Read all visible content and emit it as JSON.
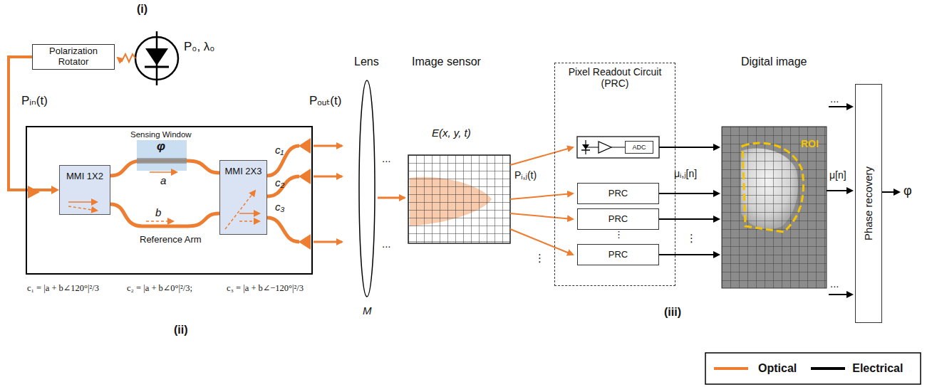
{
  "diagram": {
    "nodes": [
      {
        "text": [
          "Polarization Rotator"
        ]
      },
      {
        "text": [
          "MMI 1X2"
        ]
      },
      {
        "text": [
          "MMI 2X3"
        ]
      },
      {
        "text": [
          "Pixel Readout Circuit (PRC)"
        ]
      },
      {
        "text": [
          "ADC"
        ],
        "in": 3
      },
      {
        "text": [
          "PRC"
        ],
        "in": 3
      },
      {
        "text": [
          "PRC"
        ],
        "in": 3
      },
      {
        "text": [
          "PRC"
        ],
        "in": 3
      },
      {
        "text": [
          "Phase recovery"
        ]
      }
    ],
    "edges": [
      {
        "from": 0,
        "to": 1,
        "arrow": "to"
      },
      {
        "from": 1,
        "to": 2,
        "arrow": "none"
      },
      {
        "from": 1,
        "to": 2,
        "arrow": "none"
      }
    ],
    "labels": [
      "(i)",
      "P₀, λ₀",
      "Pᵢₙ(t)",
      "Sensing Window",
      "φ",
      "a",
      "b",
      "Reference Arm",
      "c₁",
      "c₂",
      "c₃",
      "Pₒᵤₜ(t)",
      "c₁ = |a + b∠120°|²/3",
      "c₂ = |a + b∠0°|²/3;",
      "c₃ = |a + b∠−120°|²/3",
      "(ii)",
      "Lens",
      "M",
      "...",
      "...",
      "Image sensor",
      "E(x, y, t)",
      "Pᵢ,ⱼ(t)",
      "⋮",
      "⋮",
      "μᵢ,ⱼ[n]",
      "⋮",
      "Digital image",
      "ROI",
      "...",
      "μ[n]",
      "...",
      "φ",
      "(iii)"
    ],
    "legend": [
      {
        "text": "Optical"
      },
      {
        "text": "Electrical"
      }
    ]
  }
}
